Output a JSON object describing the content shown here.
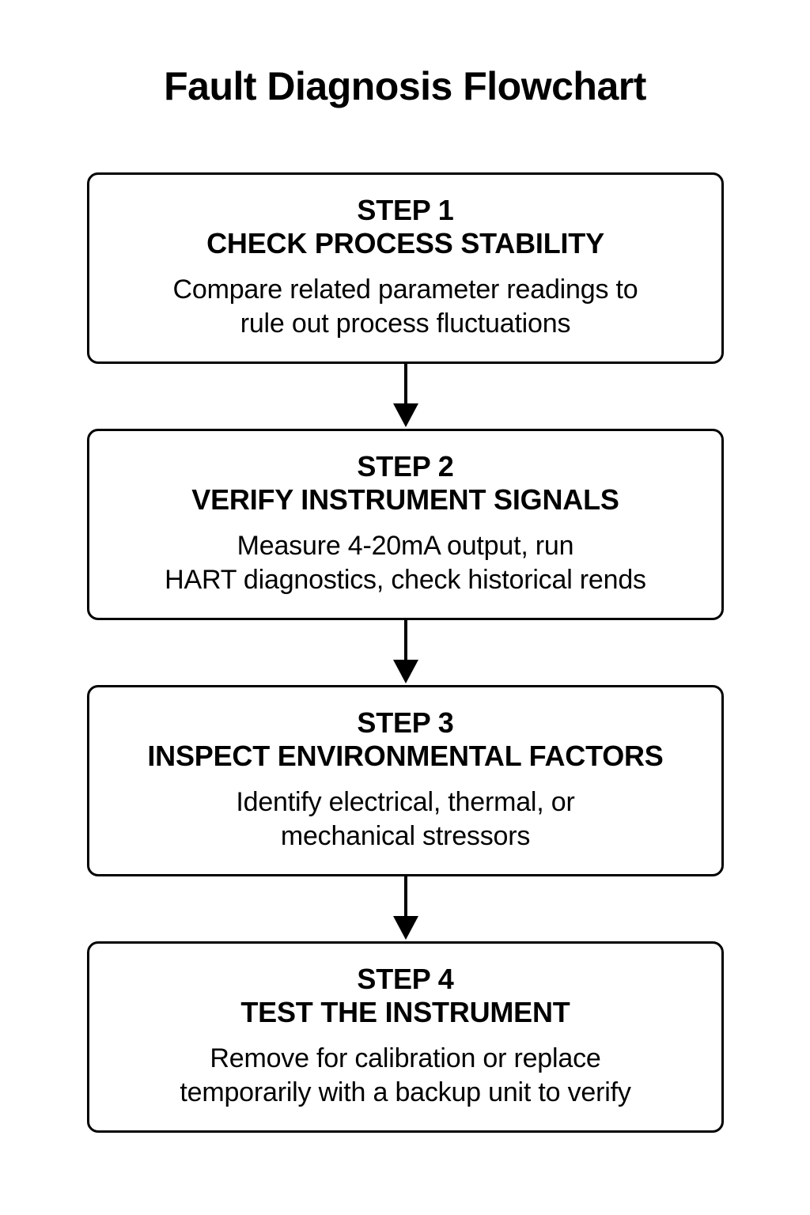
{
  "page": {
    "title": "Fault Diagnosis Flowchart",
    "background_color": "#ffffff",
    "text_color": "#000000",
    "border_color": "#000000"
  },
  "flowchart": {
    "type": "vertical-linear-flowchart",
    "orientation": "top-to-bottom",
    "node_count": 4,
    "connector_count": 3,
    "connector_icon": "down-arrow-icon",
    "steps": [
      {
        "step_label": "STEP 1",
        "step_title": "CHECK PROCESS STABILITY",
        "body_lines": [
          "Compare related parameter readings to",
          "rule out process fluctuations"
        ]
      },
      {
        "step_label": "STEP 2",
        "step_title": "VERIFY INSTRUMENT SIGNALS",
        "body_lines": [
          "Measure 4-20mA output, run",
          "HART diagnostics, check historical rends"
        ]
      },
      {
        "step_label": "STEP 3",
        "step_title": "INSPECT ENVIRONMENTAL FACTORS",
        "body_lines": [
          "Identify electrical, thermal, or",
          "mechanical stressors"
        ]
      },
      {
        "step_label": "STEP 4",
        "step_title": "TEST THE INSTRUMENT",
        "body_lines": [
          "Remove for calibration or replace",
          "temporarily with a backup unit to verify"
        ]
      }
    ]
  }
}
